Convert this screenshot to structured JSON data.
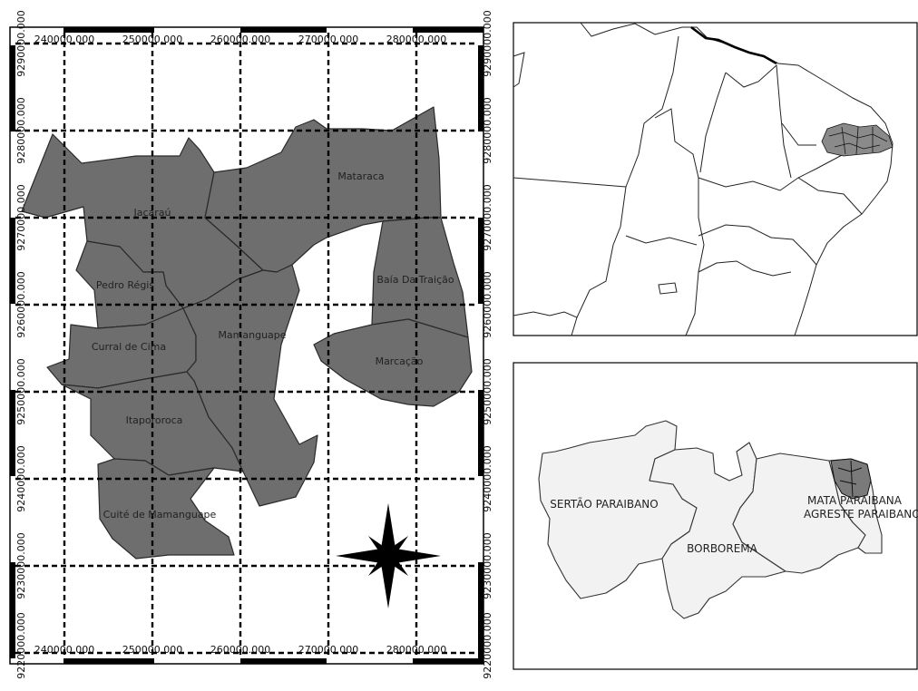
{
  "main_map": {
    "x_ticks": [
      "240000.000",
      "250000.000",
      "260000.000",
      "270000.000",
      "280000.000"
    ],
    "y_ticks": [
      "9290000.000",
      "9280000.000",
      "9270000.000",
      "9260000.000",
      "9250000.000",
      "9240000.000",
      "9230000.000",
      "9220000.000"
    ],
    "municipalities": [
      {
        "key": "jacarau",
        "label": "Jacaraú"
      },
      {
        "key": "mataraca",
        "label": "Mataraca"
      },
      {
        "key": "pedro-regis",
        "label": "Pedro Régis"
      },
      {
        "key": "baia-da-traicao",
        "label": "Baía Da Traição"
      },
      {
        "key": "curral-de-cima",
        "label": "Curral de Cima"
      },
      {
        "key": "mamanguape",
        "label": "Mamanguape"
      },
      {
        "key": "marcacao",
        "label": "Marcação"
      },
      {
        "key": "itapororoca",
        "label": "Itapororoca"
      },
      {
        "key": "cuite-de-mamanguape",
        "label": "Cuité de Mamanguape"
      }
    ],
    "fill_color": "#6e6e6e"
  },
  "state_map": {
    "regions": [
      {
        "key": "sertao",
        "label": "SERTÃO PARAIBANO"
      },
      {
        "key": "borborema",
        "label": "BORBOREMA"
      },
      {
        "key": "mata",
        "label": "MATA PARAIBANA"
      },
      {
        "key": "agreste",
        "label": "AGRESTE PARAIBANO"
      }
    ],
    "fill_color": "#f2f2f2"
  },
  "north_arrow": {
    "icon": "compass-rose-icon"
  }
}
